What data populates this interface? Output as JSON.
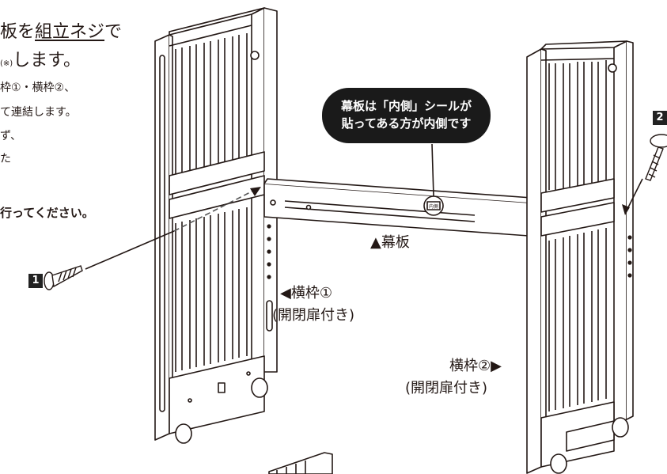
{
  "instructions": {
    "line1_prefix": "板を",
    "line1_link": "組立ネジ",
    "line1_suffix": "で",
    "line2_mark": "(※)",
    "line2_text": "します。",
    "line3": "枠①・横枠②、",
    "line4": "て連結します。",
    "line5": "ず、",
    "line6": "た",
    "note": "行ってください。"
  },
  "callout": {
    "line1": "幕板は「内側」シールが",
    "line2": "貼ってある方が内側です"
  },
  "sticker_text": "内側",
  "labels": {
    "makuita": "▲幕板",
    "yokowaku1_line1": "◀横枠①",
    "yokowaku1_line2": "(開閉扉付き)",
    "yokowaku2_line1": "横枠②▶",
    "yokowaku2_line2": "(開閉扉付き)"
  },
  "steps": {
    "screw1": "1",
    "screw2": "2"
  }
}
